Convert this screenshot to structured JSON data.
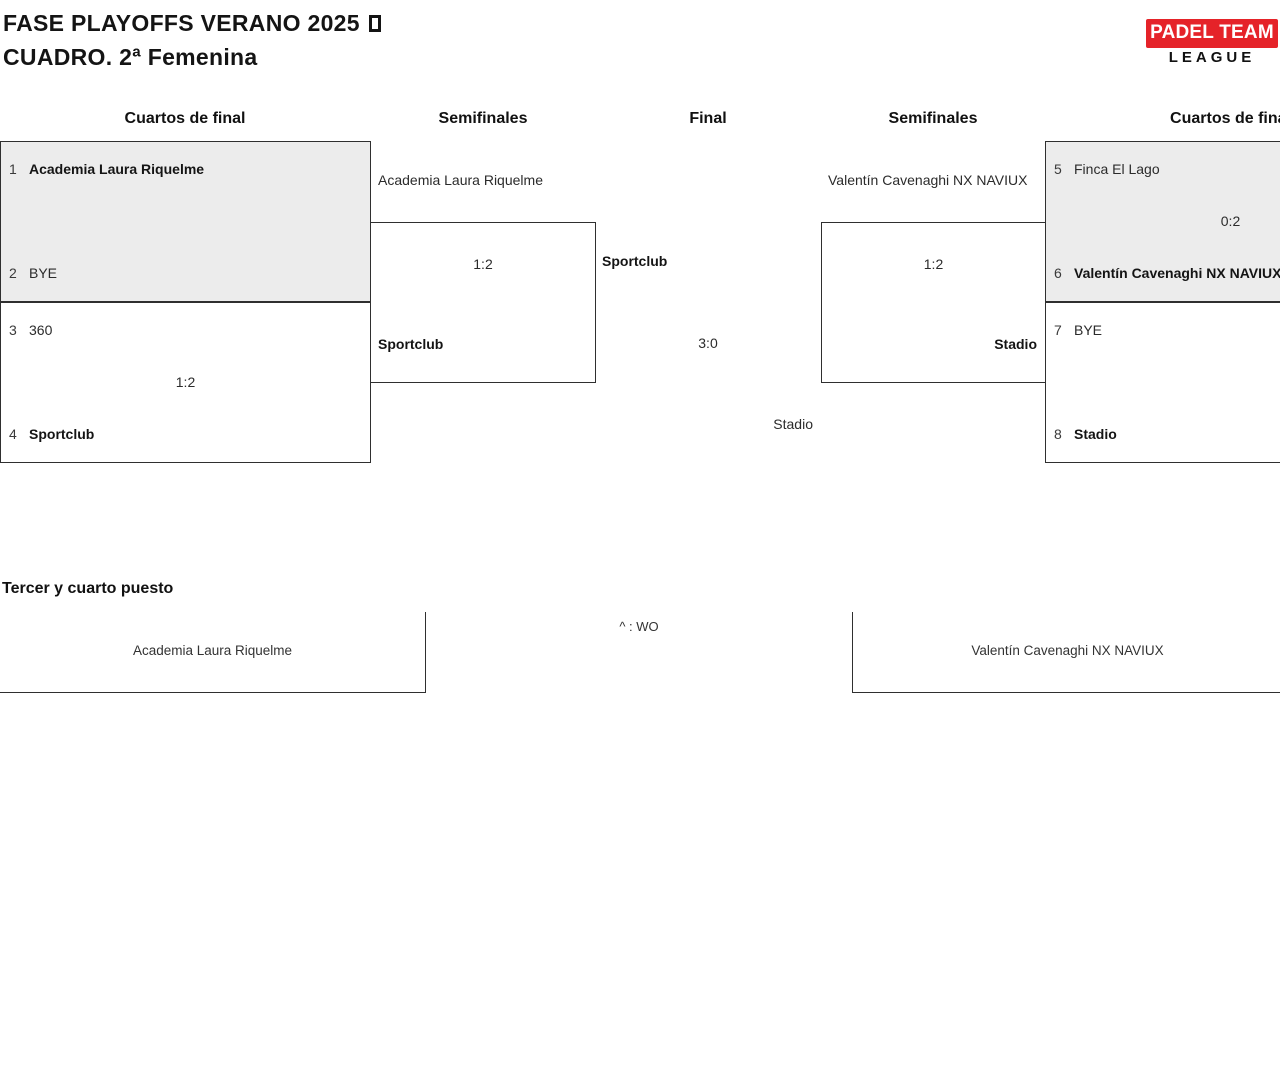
{
  "page": {
    "title": "FASE PLAYOFFS VERANO 2025",
    "subtitle": "CUADRO. 2ª Femenina",
    "title_emoji": "missing-glyph-box"
  },
  "logo": {
    "top": "PADEL TEAM",
    "bottom": "LEAGUE",
    "bg_color": "#e52329"
  },
  "round_headers": [
    "Cuartos de final",
    "Semifinales",
    "Final",
    "Semifinales",
    "Cuartos de final"
  ],
  "bracket": {
    "left_qf1": {
      "seed_top": "1",
      "team_top": "Academia Laura Riquelme",
      "seed_bottom": "2",
      "team_bottom": "BYE",
      "score": ""
    },
    "left_qf2": {
      "seed_top": "3",
      "team_top": "360",
      "seed_bottom": "4",
      "team_bottom": "Sportclub",
      "score": "1:2"
    },
    "left_sf": {
      "team_top": "Academia Laura Riquelme",
      "score": "1:2",
      "winner": "Sportclub"
    },
    "final": {
      "team_left": "Sportclub",
      "score": "3:0",
      "team_right": "Stadio"
    },
    "right_sf": {
      "team_top": "Valentín Cavenaghi NX NAVIUX",
      "score": "1:2",
      "winner": "Stadio"
    },
    "right_qf1": {
      "seed_top": "5",
      "team_top": "Finca El Lago",
      "seed_bottom": "6",
      "team_bottom": "Valentín Cavenaghi NX NAVIUX",
      "score": "0:2"
    },
    "right_qf2": {
      "seed_top": "7",
      "team_top": "BYE",
      "seed_bottom": "8",
      "team_bottom": "Stadio",
      "score": ""
    }
  },
  "third_place": {
    "heading": "Tercer y cuarto puesto",
    "team_left": "Academia Laura Riquelme",
    "team_right": "Valentín Cavenaghi NX NAVIUX",
    "note": "^ : WO"
  },
  "colors": {
    "accent_red": "#e52329",
    "match_fill_gray": "#ececec",
    "border_dark": "#2f2f2f"
  }
}
